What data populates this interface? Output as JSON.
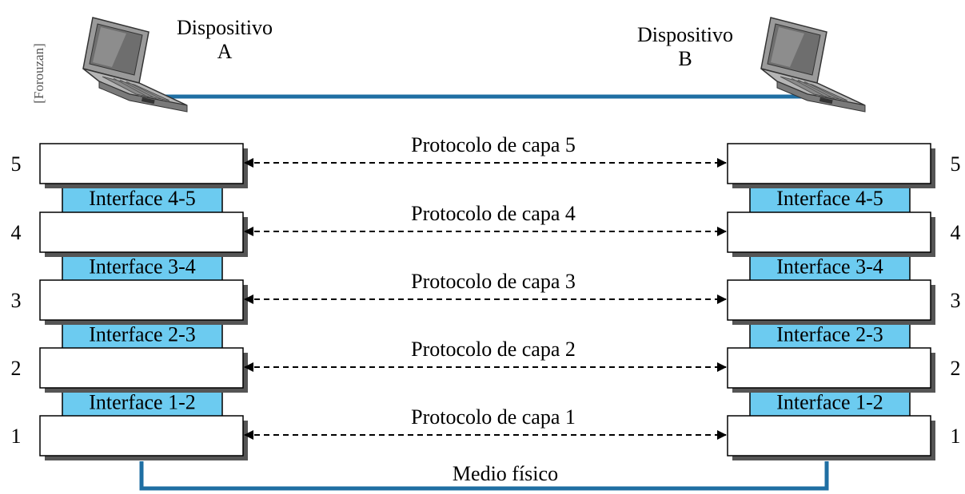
{
  "credit": "[Forouzan]",
  "devices": [
    {
      "name_line1": "Dispositivo",
      "name_line2": "A",
      "icon": "laptop-icon"
    },
    {
      "name_line1": "Dispositivo",
      "name_line2": "B",
      "icon": "laptop-icon"
    }
  ],
  "layers": [
    {
      "number": "5",
      "protocol": "Protocolo de capa 5"
    },
    {
      "number": "4",
      "protocol": "Protocolo de capa 4"
    },
    {
      "number": "3",
      "protocol": "Protocolo de capa 3"
    },
    {
      "number": "2",
      "protocol": "Protocolo de capa 2"
    },
    {
      "number": "1",
      "protocol": "Protocolo de capa 1"
    }
  ],
  "interfaces": [
    {
      "label": "Interface 4-5"
    },
    {
      "label": "Interface 3-4"
    },
    {
      "label": "Interface 2-3"
    },
    {
      "label": "Interface 1-2"
    }
  ],
  "medium": {
    "label": "Medio físico"
  },
  "colors": {
    "interface_fill": "#6ccbf0",
    "link_blue": "#1f6fa3",
    "layer_fill": "#ffffff",
    "shadow": "#555555"
  }
}
